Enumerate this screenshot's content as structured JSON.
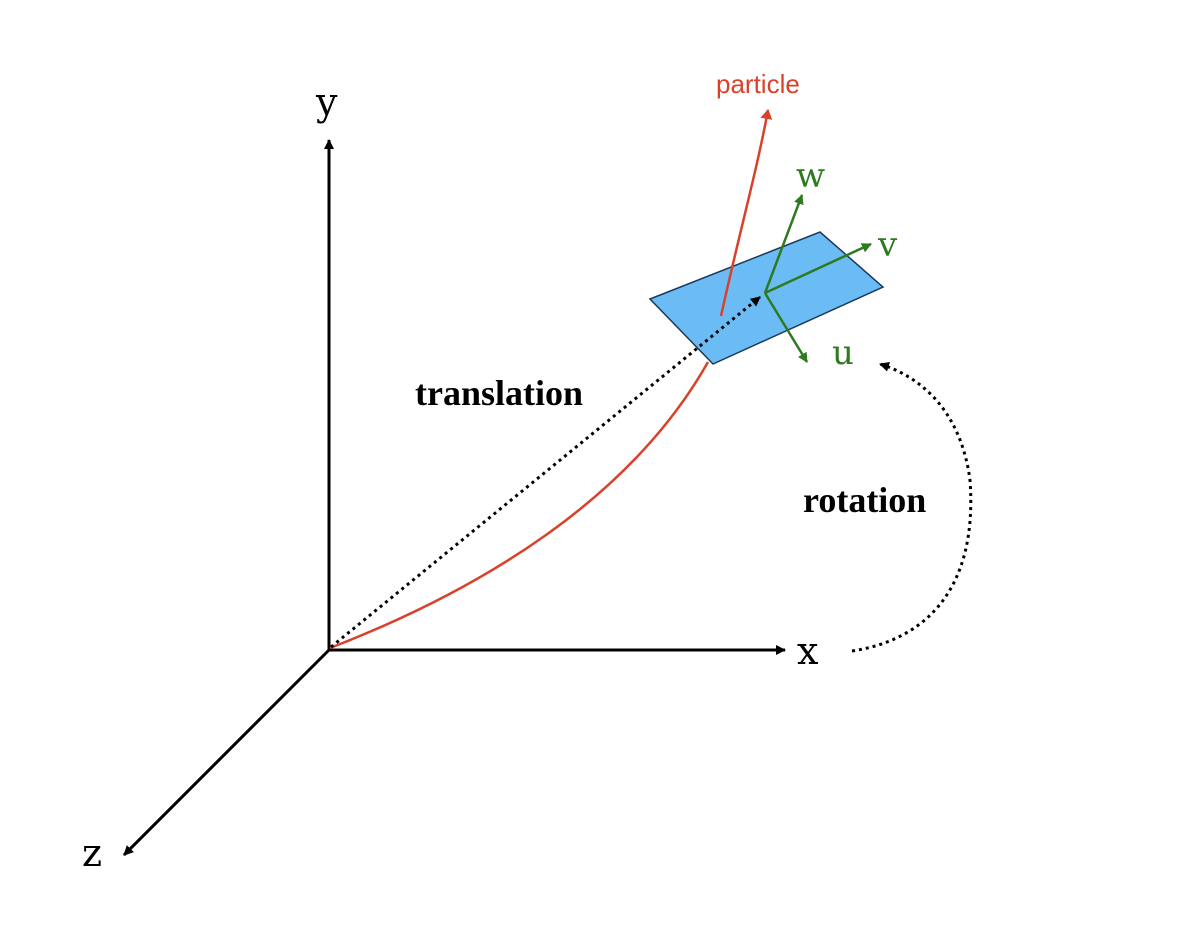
{
  "labels": {
    "y_axis": "y",
    "x_axis": "x",
    "z_axis": "z",
    "particle": "particle",
    "w_axis": "w",
    "v_axis": "v",
    "u_axis": "u",
    "translation": "translation",
    "rotation": "rotation"
  },
  "colors": {
    "axes": "#000000",
    "particle": "#d9412b",
    "local_axes": "#2e7a1f",
    "detector_fill": "#6bbcf5",
    "detector_stroke": "#1a3a5a"
  }
}
